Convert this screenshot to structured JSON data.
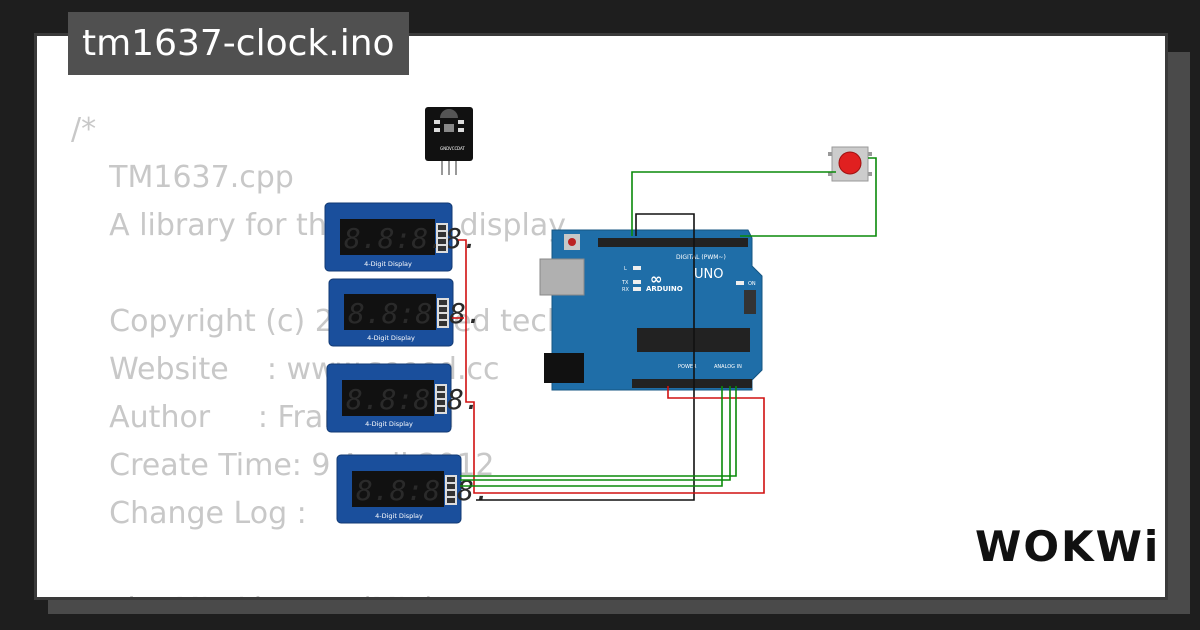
{
  "project": {
    "filename": "tm1637-clock.ino",
    "brand": "WOKWi"
  },
  "code_lines": [
    "/*",
    "    TM1637.cpp",
    "    A library for the 4 digit display",
    "",
    "    Copyright (c) 2012 seeed technology inc.",
    "    Website    : www.seeed.cc",
    "    Author     : Frankie.Chu",
    "    Create Time: 9 April,2012",
    "    Change Log :",
    "",
    "    The MIT License (MIT)"
  ],
  "displays": [
    {
      "label": "4-Digit Display",
      "digits": "8.8:8.8."
    },
    {
      "label": "4-Digit Display",
      "digits": "8.8:8.8."
    },
    {
      "label": "4-Digit Display",
      "digits": "8.8:8.8."
    },
    {
      "label": "4-Digit Display",
      "digits": "8.8:8.8."
    }
  ],
  "ir_sensor": {
    "pin_labels": [
      "GND",
      "VCC",
      "DAT"
    ]
  },
  "arduino": {
    "model": "UNO",
    "brand": "ARDUINO",
    "header_digital": "DIGITAL (PWM~)",
    "header_power": "POWER",
    "header_analog": "ANALOG IN",
    "tx_label": "TX",
    "rx_label": "RX",
    "l_label": "L",
    "on_label": "ON"
  },
  "colors": {
    "board": "#1f6ea8",
    "wire_red": "#d01010",
    "wire_green": "#0a8a0a",
    "wire_black": "#111111",
    "display_body": "#1a4f9c",
    "button": "#e02020"
  }
}
